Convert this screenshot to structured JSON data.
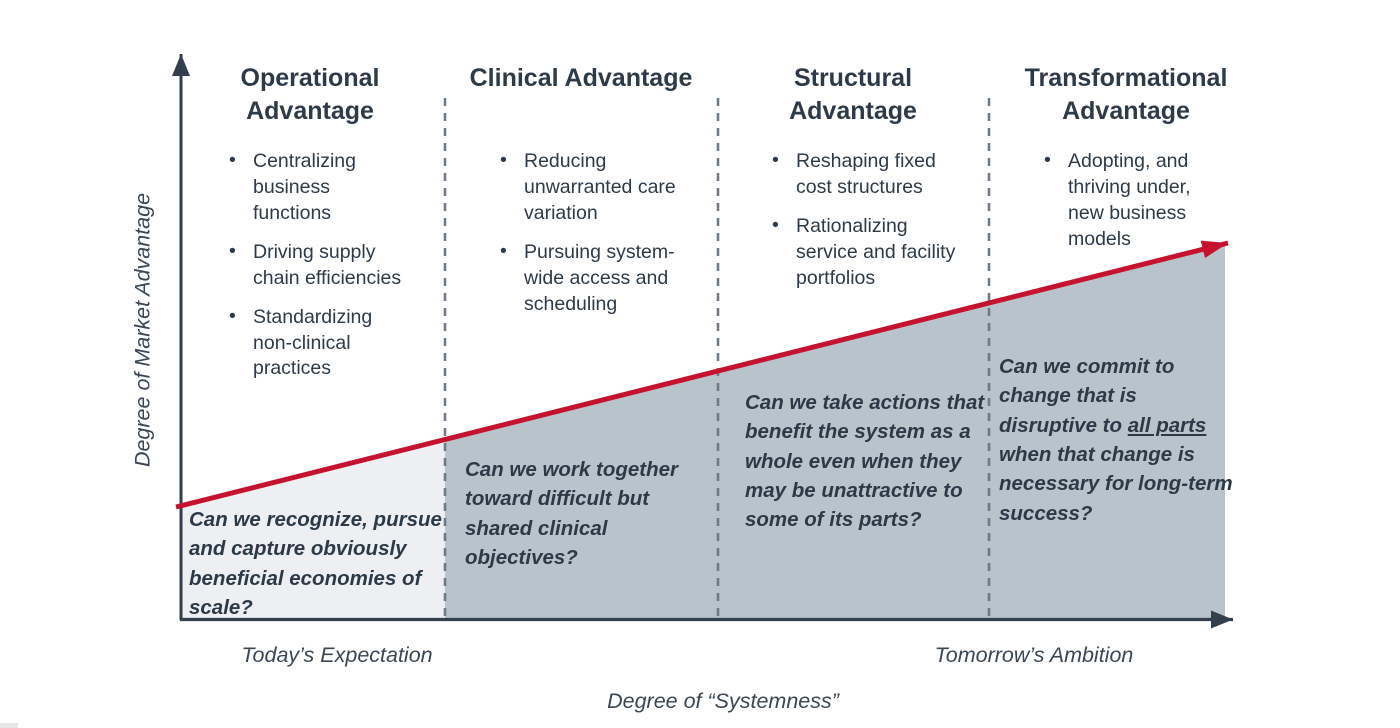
{
  "diagram": {
    "y_axis_label": "Degree of Market Advantage",
    "x_axis_label": "Degree of “Systemness”",
    "x_axis_left_label": "Today’s Expectation",
    "x_axis_right_label": "Tomorrow’s Ambition",
    "trend_line": {
      "description": "rising red arrow from lower-left to upper-right",
      "color": "#c5122e"
    },
    "colors": {
      "text": "#2d3a48",
      "axis": "#333f4c",
      "trend_red": "#c5122e",
      "shade_light": "#edeff2",
      "shade_dark": "#b9c3cb",
      "divider_gray": "#6e7b87"
    },
    "columns": [
      {
        "title": "Operational Advantage",
        "bullets": [
          "Centralizing business functions",
          "Driving supply chain efficiencies",
          "Standardizing non-clinical practices"
        ],
        "question": "Can we recognize, pursue and capture obviously beneficial economies of scale?"
      },
      {
        "title": "Clinical Advantage",
        "bullets": [
          "Reducing unwarranted care variation",
          "Pursuing system-wide access and scheduling"
        ],
        "question": "Can we work together toward difficult but shared clinical objectives?"
      },
      {
        "title": "Structural Advantage",
        "bullets": [
          "Reshaping fixed cost structures",
          "Rationalizing service and facility portfolios"
        ],
        "question": "Can we take actions that benefit the system as a whole even when they may be unattractive to some of its parts?"
      },
      {
        "title": "Transformational Advantage",
        "bullets": [
          "Adopting, and thriving under, new business models"
        ],
        "question_parts": [
          {
            "text": "Can we commit to change that is disruptive to "
          },
          {
            "text": "all parts",
            "underline": true
          },
          {
            "text": " when that change is necessary for long-term success?"
          }
        ]
      }
    ]
  }
}
